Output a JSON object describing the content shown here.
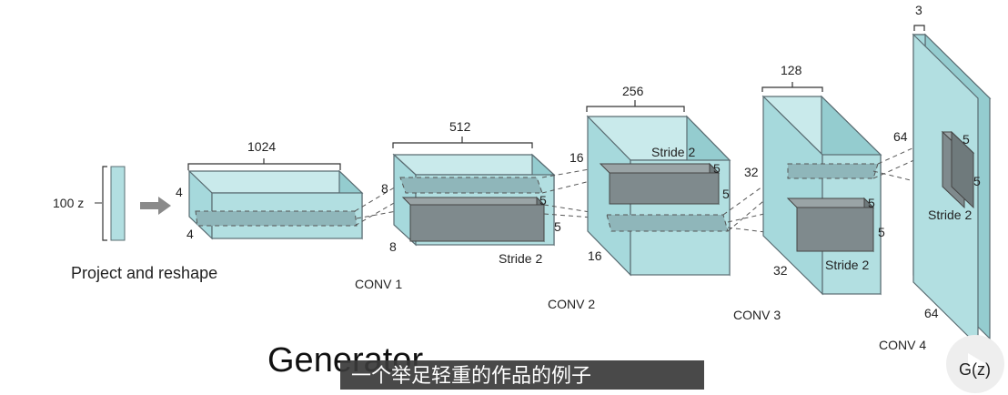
{
  "diagram": {
    "input_label": "100 z",
    "project_caption": "Project and reshape",
    "title": "Generator",
    "output_label": "G(z)",
    "subtitle": "一个举足轻重的作品的例子",
    "block0": {
      "width": "1024",
      "height": "4",
      "depth": "4"
    },
    "block1": {
      "width": "512",
      "height": "8",
      "depth": "8",
      "kernel_h": "5",
      "kernel_w": "5",
      "stride": "Stride 2",
      "caption": "CONV 1"
    },
    "block2": {
      "width": "256",
      "height": "16",
      "depth": "16",
      "kernel_h": "5",
      "kernel_w": "5",
      "stride": "Stride 2",
      "caption": "CONV 2"
    },
    "block3": {
      "width": "128",
      "height": "32",
      "depth": "32",
      "kernel_h": "5",
      "kernel_w": "5",
      "stride": "Stride 2",
      "caption": "CONV 3"
    },
    "block4": {
      "width": "3",
      "height": "64",
      "depth": "64",
      "kernel_h": "5",
      "kernel_w": "5",
      "stride": "Stride 2",
      "caption": "CONV 4"
    },
    "colors": {
      "face_front": "#b2dfe1",
      "face_top": "#c9eaeb",
      "face_side": "#94cccf",
      "kernel": "#7f8a8d",
      "subtitle_bg": "#3a3a3a"
    }
  }
}
